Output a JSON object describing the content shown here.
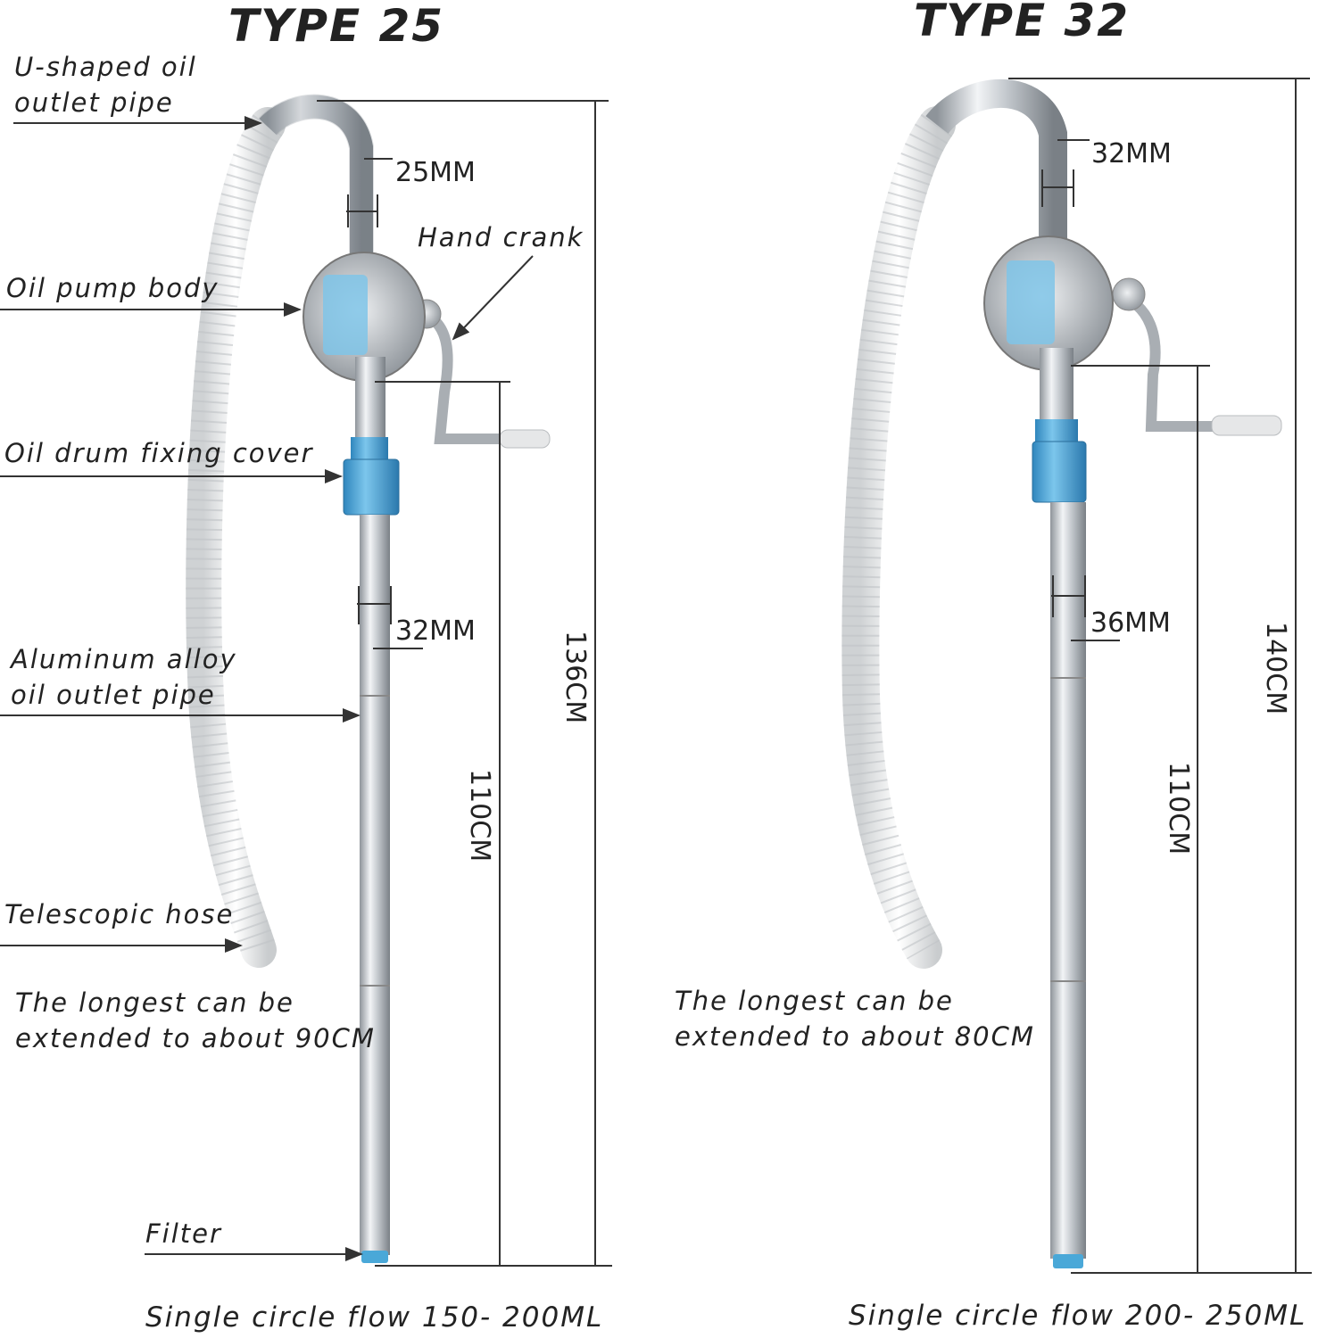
{
  "left": {
    "title": "TYPE 25",
    "labels": {
      "outlet_pipe": [
        "U-shaped oil",
        "outlet pipe"
      ],
      "hand_crank": "Hand crank",
      "pump_body": "Oil pump body",
      "fixing_cover": "Oil drum fixing cover",
      "alloy_pipe": [
        "Aluminum alloy",
        "oil outlet pipe"
      ],
      "hose": "Telescopic hose",
      "extend": [
        "The longest can be",
        "extended to about 90CM"
      ],
      "filter": "Filter"
    },
    "dims": {
      "top_diameter": "25MM",
      "pipe_diameter": "32MM",
      "total_height": "136CM",
      "pipe_length": "110CM"
    },
    "flow": "Single circle flow 150- 200ML"
  },
  "right": {
    "title": "TYPE 32",
    "labels": {
      "extend": [
        "The longest can be",
        "extended to about 80CM"
      ]
    },
    "dims": {
      "top_diameter": "32MM",
      "pipe_diameter": "36MM",
      "total_height": "140CM",
      "pipe_length": "110CM"
    },
    "flow": "Single circle flow 200- 250ML"
  },
  "colors": {
    "cover_blue": "#4aa8d8",
    "metal": "#c4c8cc",
    "hose": "#ecedee",
    "line": "#333333"
  },
  "icons": [
    "pump-illustration-type-25",
    "pump-illustration-type-32"
  ]
}
